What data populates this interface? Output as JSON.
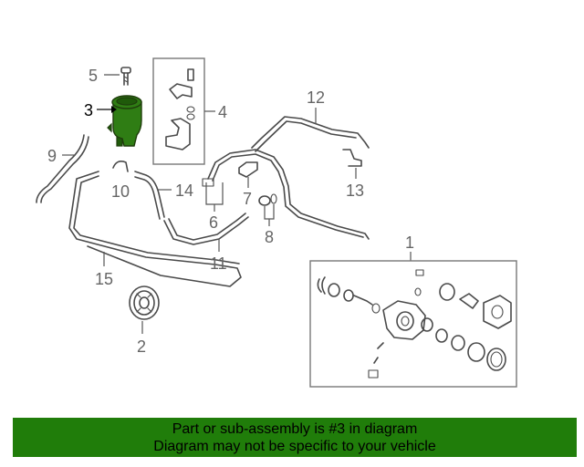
{
  "diagram": {
    "callouts": [
      "1",
      "2",
      "3",
      "4",
      "5",
      "6",
      "7",
      "8",
      "9",
      "10",
      "11",
      "12",
      "13",
      "14",
      "15"
    ],
    "highlighted_part": "3"
  },
  "banner": {
    "line1": "Part or sub-assembly is #3 in diagram",
    "line2": "Diagram may not be specific to your vehicle",
    "background": "#207d0a"
  },
  "colors": {
    "highlight": "#2f7d14",
    "line_art": "#4a4a4a",
    "callout_text": "#666666"
  }
}
